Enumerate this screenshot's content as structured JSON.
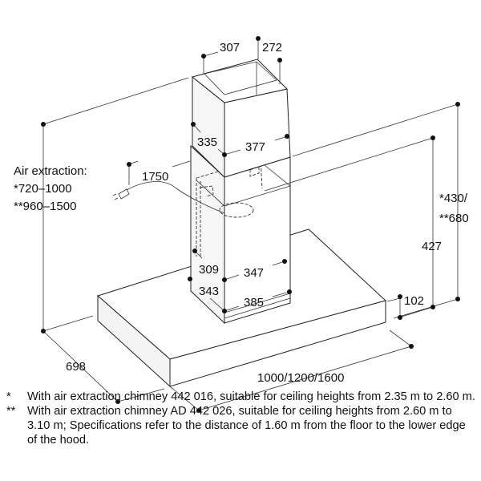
{
  "dimensions": {
    "top_width": "307",
    "top_depth": "272",
    "upper_depth": "335",
    "upper_width": "377",
    "total_height": "1750",
    "lower_depth": "309",
    "lower_width": "347",
    "base_depth": "343",
    "base_width": "385",
    "hood_thickness": "102",
    "hood_depth": "698",
    "hood_width": "1000/1200/1600",
    "inner_height": "427",
    "outer_height_1": "*430/",
    "outer_height_2": "**680"
  },
  "air_extraction": {
    "title": "Air extraction:",
    "option1": "*720–1000",
    "option2": "**960–1500"
  },
  "footnotes": [
    {
      "marker": "*",
      "text": "With air extraction chimney 442 016, suitable for ceiling heights from 2.35 m to 2.60 m."
    },
    {
      "marker": "**",
      "text": "With air extraction chimney AD 442 026, suitable for ceiling heights from 2.60 m to 3.10 m; Specifications refer to the distance of 1.60 m from the floor to the lower edge of the hood."
    }
  ]
}
